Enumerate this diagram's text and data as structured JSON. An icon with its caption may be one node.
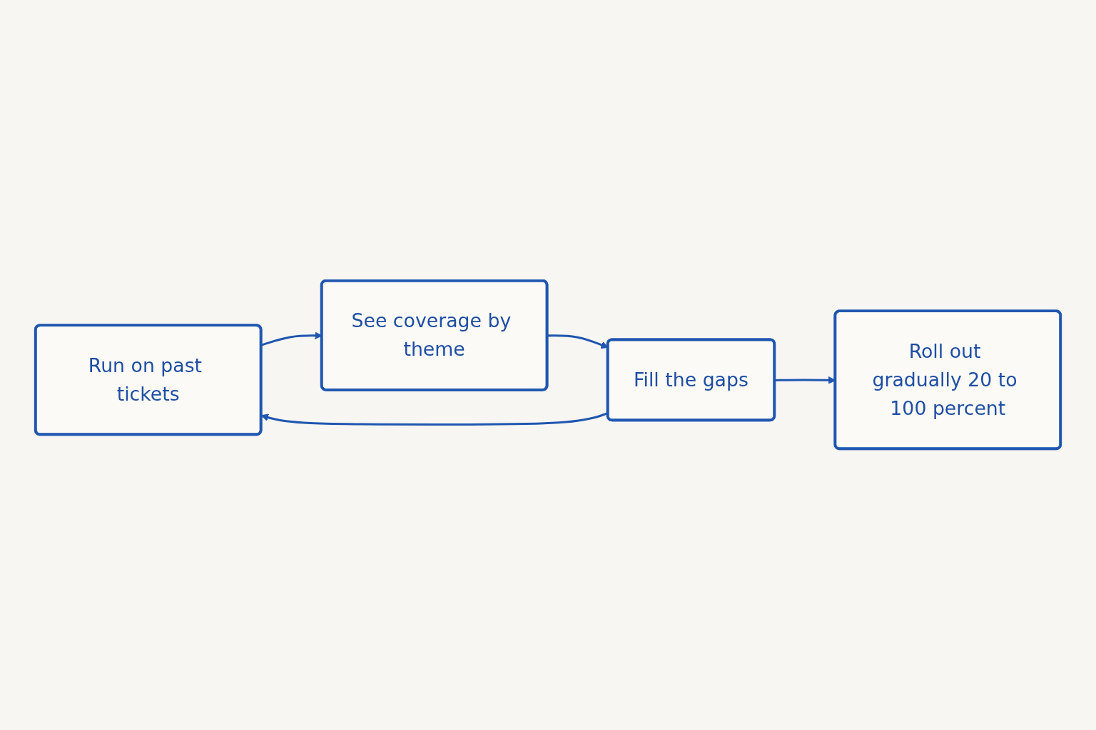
{
  "diagram": {
    "nodes": [
      {
        "text": [
          "Run on past tickets"
        ]
      },
      {
        "text": [
          "See coverage by theme"
        ]
      },
      {
        "text": [
          "Fill the gaps"
        ]
      },
      {
        "text": [
          "Roll out gradually 20 to 100 percent"
        ]
      }
    ],
    "edges": [
      {
        "from": 0,
        "to": 1,
        "arrow": "to"
      },
      {
        "from": 1,
        "to": 2,
        "arrow": "to"
      },
      {
        "from": 2,
        "to": 3,
        "arrow": "to"
      },
      {
        "from": 2,
        "to": 0,
        "arrow": "to"
      }
    ]
  }
}
